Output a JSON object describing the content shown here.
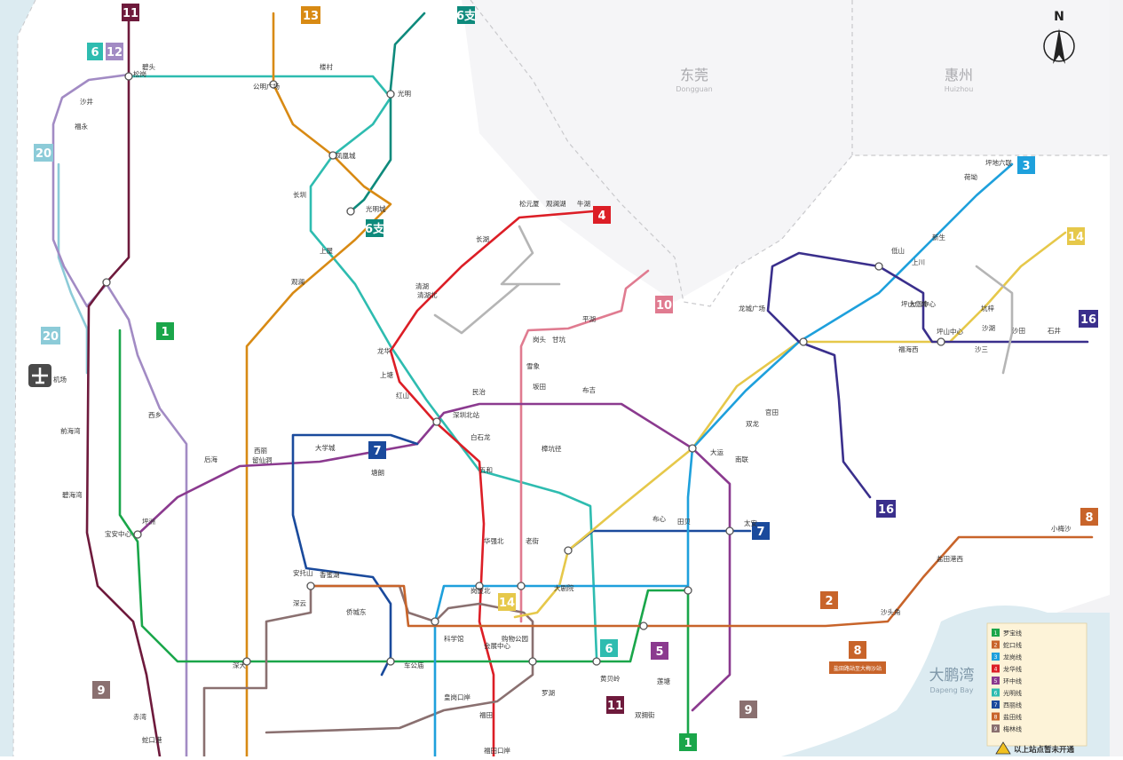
{
  "regions": {
    "dongguan_zh": "东莞",
    "dongguan_en": "Dongguan",
    "huizhou_zh": "惠州",
    "huizhou_en": "Huizhou",
    "bay_zh": "大鹏湾",
    "bay_en": "Dapeng Bay"
  },
  "compass": {
    "label": "N"
  },
  "colors": {
    "l1": "#1aa64a",
    "l2": "#c8642a",
    "l3": "#1ea0dc",
    "l4": "#dc1e26",
    "l5": "#8b3a8f",
    "l6": "#2ebcb0",
    "l6b": "#0e8a7c",
    "l7": "#1a4a9c",
    "l8": "#c8642a",
    "l9": "#8a7070",
    "l10": "#e07b90",
    "l11": "#6e1a3c",
    "l12": "#a28bc4",
    "l13": "#d88a14",
    "l14": "#e6c84a",
    "l16": "#3a2f8c",
    "l20": "#8ccbd8",
    "water": "#dcebf1",
    "land": "#ffffff",
    "bg": "#f3f3f5"
  },
  "badges": [
    {
      "id": "b11",
      "text": "11"
    },
    {
      "id": "b6",
      "text": "6"
    },
    {
      "id": "b12",
      "text": "12"
    },
    {
      "id": "b13",
      "text": "13"
    },
    {
      "id": "b6b_top",
      "text": "6支"
    },
    {
      "id": "b6b_mid",
      "text": "6支"
    },
    {
      "id": "b4",
      "text": "4"
    },
    {
      "id": "b10",
      "text": "10"
    },
    {
      "id": "b3",
      "text": "3"
    },
    {
      "id": "b14_top",
      "text": "14"
    },
    {
      "id": "b16_top",
      "text": "16"
    },
    {
      "id": "b20_top",
      "text": "20"
    },
    {
      "id": "b20_mid",
      "text": "20"
    },
    {
      "id": "b1_top",
      "text": "1"
    },
    {
      "id": "b7_mid",
      "text": "7"
    },
    {
      "id": "b7_right",
      "text": "7"
    },
    {
      "id": "b14_mid",
      "text": "14"
    },
    {
      "id": "b16_bot",
      "text": "16"
    },
    {
      "id": "b8_right",
      "text": "8"
    },
    {
      "id": "b2",
      "text": "2"
    },
    {
      "id": "b8_mid",
      "text": "8"
    },
    {
      "id": "b6_bot",
      "text": "6"
    },
    {
      "id": "b5",
      "text": "5"
    },
    {
      "id": "b11_bot",
      "text": "11"
    },
    {
      "id": "b9_right",
      "text": "9"
    },
    {
      "id": "b9_left",
      "text": "9"
    },
    {
      "id": "b1_bot",
      "text": "1"
    }
  ],
  "stations": [
    {
      "t": "碧头"
    },
    {
      "t": "松岗"
    },
    {
      "t": "楼村"
    },
    {
      "t": "公明广场"
    },
    {
      "t": "光明"
    },
    {
      "t": "光明城"
    },
    {
      "t": "凤凰城"
    },
    {
      "t": "长圳"
    },
    {
      "t": "上屋"
    },
    {
      "t": "观澜"
    },
    {
      "t": "牛湖"
    },
    {
      "t": "松元厦"
    },
    {
      "t": "观澜湖"
    },
    {
      "t": "长湖"
    },
    {
      "t": "龙华"
    },
    {
      "t": "清湖"
    },
    {
      "t": "红山"
    },
    {
      "t": "上塘"
    },
    {
      "t": "深圳北站"
    },
    {
      "t": "民治"
    },
    {
      "t": "白石龙"
    },
    {
      "t": "五和"
    },
    {
      "t": "坂田"
    },
    {
      "t": "岗头"
    },
    {
      "t": "雪象"
    },
    {
      "t": "甘坑"
    },
    {
      "t": "平湖"
    },
    {
      "t": "布吉"
    },
    {
      "t": "大运"
    },
    {
      "t": "双龙"
    },
    {
      "t": "南联"
    },
    {
      "t": "龙城广场"
    },
    {
      "t": "坪山中心"
    },
    {
      "t": "坪山广场"
    },
    {
      "t": "机场"
    },
    {
      "t": "宝安中心"
    },
    {
      "t": "前海湾"
    },
    {
      "t": "后海"
    },
    {
      "t": "深大"
    },
    {
      "t": "车公庙"
    },
    {
      "t": "福田"
    },
    {
      "t": "会展中心"
    },
    {
      "t": "岗厦北"
    },
    {
      "t": "华强北"
    },
    {
      "t": "老街"
    },
    {
      "t": "罗湖"
    },
    {
      "t": "黄贝岭"
    },
    {
      "t": "莲塘"
    },
    {
      "t": "沙头角"
    },
    {
      "t": "盐田港西"
    },
    {
      "t": "小梅沙"
    },
    {
      "t": "赤湾"
    },
    {
      "t": "蛇口港"
    },
    {
      "t": "西丽"
    },
    {
      "t": "大学城"
    },
    {
      "t": "塘朗"
    },
    {
      "t": "福田口岸"
    },
    {
      "t": "皇岗口岸"
    },
    {
      "t": "碧海湾"
    },
    {
      "t": "沙井"
    },
    {
      "t": "福永"
    },
    {
      "t": "西乡"
    },
    {
      "t": "坪洲"
    },
    {
      "t": "布心"
    },
    {
      "t": "太安"
    },
    {
      "t": "田贝"
    },
    {
      "t": "大剧院"
    },
    {
      "t": "科学馆"
    },
    {
      "t": "购物公园"
    },
    {
      "t": "香蜜湖"
    },
    {
      "t": "侨城东"
    },
    {
      "t": "深云"
    },
    {
      "t": "安托山"
    },
    {
      "t": "留仙洞"
    },
    {
      "t": "清湖北"
    },
    {
      "t": "樟坑径"
    },
    {
      "t": "官田"
    },
    {
      "t": "上川"
    },
    {
      "t": "荷坳"
    },
    {
      "t": "大运中心"
    },
    {
      "t": "沙田"
    },
    {
      "t": "坑梓"
    },
    {
      "t": "沙湖"
    },
    {
      "t": "石井"
    },
    {
      "t": "新生"
    },
    {
      "t": "低山"
    },
    {
      "t": "福海西"
    },
    {
      "t": "沙三"
    },
    {
      "t": "坪地六联"
    },
    {
      "t": "双拥街"
    }
  ],
  "legend": {
    "items": [
      {
        "num": "1",
        "text": "罗宝线"
      },
      {
        "num": "2",
        "text": "蛇口线"
      },
      {
        "num": "3",
        "text": "龙岗线"
      },
      {
        "num": "4",
        "text": "龙华线"
      },
      {
        "num": "5",
        "text": "环中线"
      },
      {
        "num": "6",
        "text": "光明线"
      },
      {
        "num": "7",
        "text": "西丽线"
      },
      {
        "num": "8",
        "text": "盐田线"
      },
      {
        "num": "9",
        "text": "梅林线"
      }
    ],
    "warning": "以上站点暂未开通",
    "note": "盐田路站至大梅沙站"
  }
}
